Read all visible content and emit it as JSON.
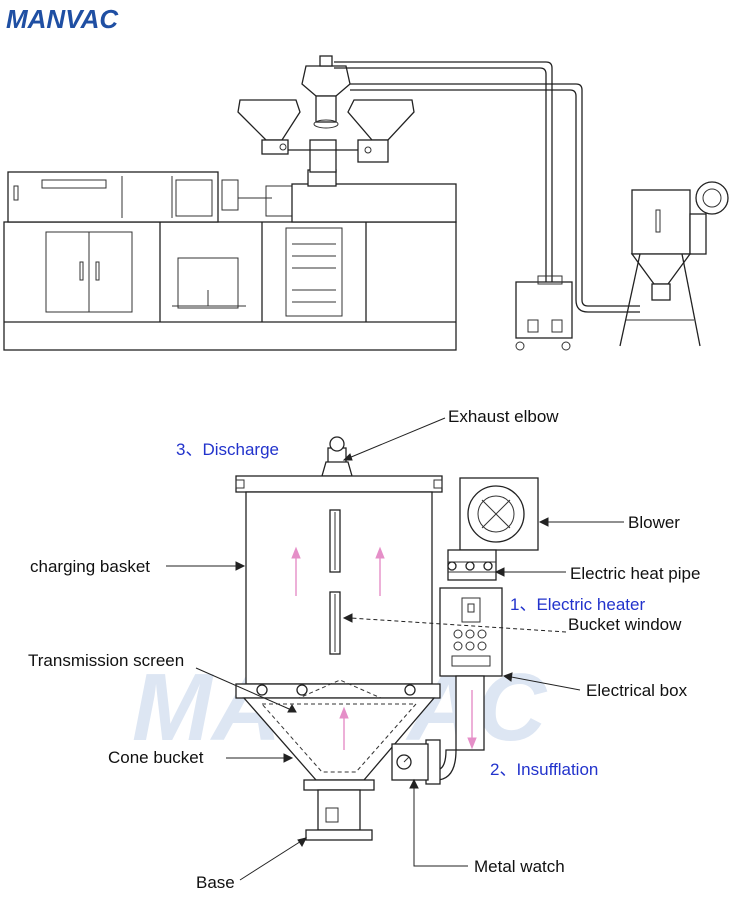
{
  "logo": {
    "text": "MANVAC",
    "color": "#1f4fa3"
  },
  "watermark": {
    "text": "MANVAC",
    "color": "#dde6f3"
  },
  "colors": {
    "label": "#111111",
    "step": "#2233cc",
    "airflow": "#e58fc8",
    "line": "#222222"
  },
  "labels": {
    "exhaust_elbow": "Exhaust elbow",
    "discharge": "3、Discharge",
    "blower": "Blower",
    "charging_basket": "charging basket",
    "electric_heat_pipe": "Electric heat pipe",
    "electric_heater": "1、Electric heater",
    "bucket_window": "Bucket window",
    "transmission_screen": "Transmission screen",
    "electrical_box": "Electrical box",
    "cone_bucket": "Cone bucket",
    "insufflation": "2、Insufflation",
    "metal_watch": "Metal watch",
    "base": "Base"
  }
}
